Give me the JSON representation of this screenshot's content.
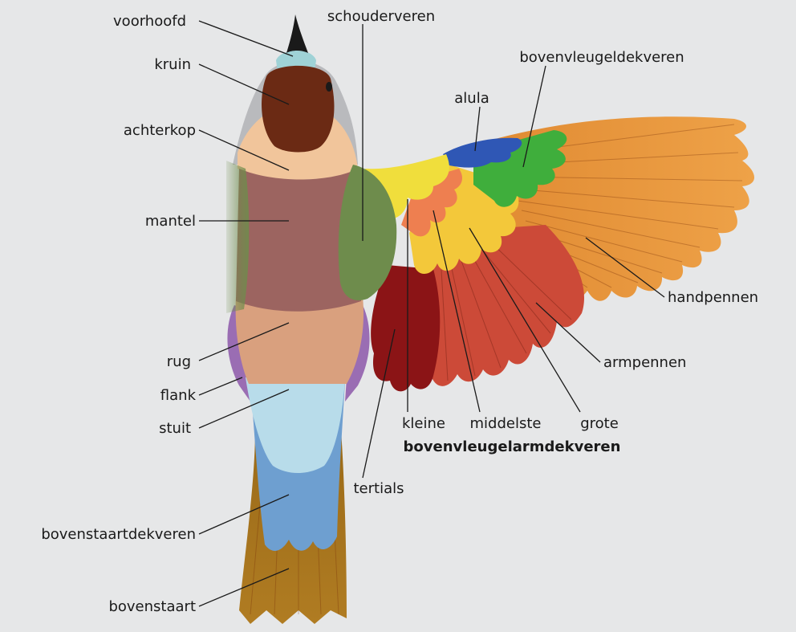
{
  "colors": {
    "background": "#e6e7e8",
    "beak": "#1a1a1a",
    "forehead": "#9fd2d6",
    "crown": "#6b2a14",
    "nape": "#f1c59b",
    "head_side": "#b9babd",
    "mantle": "#9c6460",
    "scapulars": "#6e8c4c",
    "back": "#d9a07e",
    "flank": "#9a6db3",
    "rump": "#b8dcea",
    "uppertail_coverts": "#6e9fd0",
    "tail": "#a8741c",
    "alula": "#2f57b5",
    "primary_coverts": "#3fae3c",
    "lesser_coverts": "#f0de3c",
    "median_coverts": "#ee7f50",
    "greater_coverts": "#f3c83a",
    "tertials": "#8b1416",
    "secondaries": "#cc4a38",
    "primaries": "#e7983c"
  },
  "labels": {
    "voorhoofd": "voorhoofd",
    "kruin": "kruin",
    "achterkop": "achterkop",
    "mantel": "mantel",
    "rug": "rug",
    "flank": "flank",
    "stuit": "stuit",
    "bovenstaartdekveren": "bovenstaartdekveren",
    "bovenstaart": "bovenstaart",
    "schouderveren": "schouderveren",
    "alula": "alula",
    "bovenvleugeldekveren": "bovenvleugeldekveren",
    "handpennen": "handpennen",
    "armpennen": "armpennen",
    "kleine": "kleine",
    "middelste": "middelste",
    "grote": "grote",
    "bovenvleugelarmdekveren": "bovenvleugelarmdekveren",
    "tertials": "tertials"
  }
}
